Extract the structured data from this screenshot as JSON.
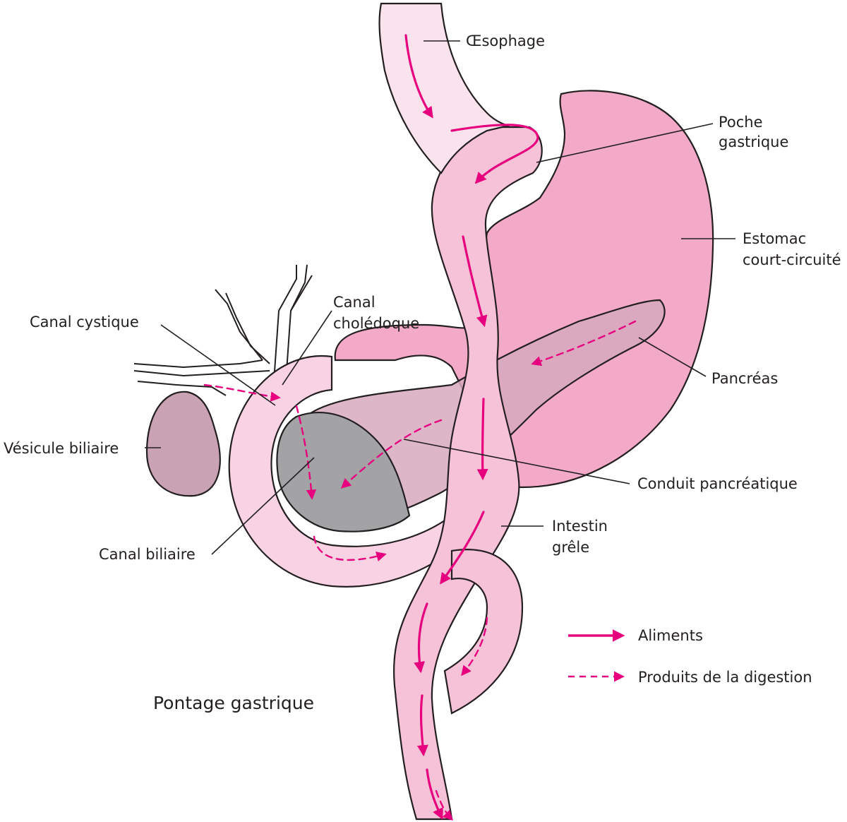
{
  "title": "Pontage gastrique",
  "labels": {
    "oesophage": "Œsophage",
    "poche_line1": "Poche",
    "poche_line2": "gastrique",
    "estomac_line1": "Estomac",
    "estomac_line2": "court-circuité",
    "pancreas": "Pancréas",
    "canal_cystique": "Canal cystique",
    "canal_choledoque_line1": "Canal",
    "canal_choledoque_line2": "cholédoque",
    "vesicule": "Vésicule biliaire",
    "conduit_pancreatique": "Conduit pancréatique",
    "intestin_line1": "Intestin",
    "intestin_line2": "grêle",
    "canal_biliaire": "Canal biliaire"
  },
  "legend": {
    "aliments": "Aliments",
    "produits": "Produits de la digestion"
  },
  "colors": {
    "arrow": "#e6007e",
    "stomach": "#f2aac8",
    "intestine": "#f6c2d8",
    "duodenum": "#f9d3e3",
    "oesophagus": "#fbe3ee",
    "pancreas": "#d7a9bd",
    "gallbladder": "#c9a3b4",
    "duodenum_shadow": "#a3a3a5",
    "outline": "#231f20"
  }
}
